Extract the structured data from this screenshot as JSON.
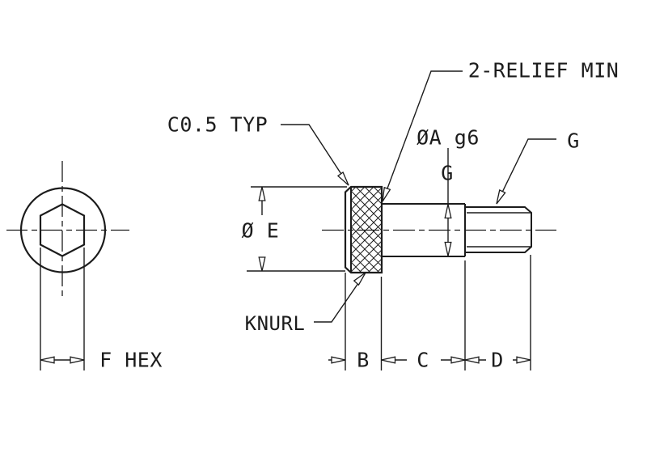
{
  "drawing": {
    "title": "knurled shoulder screw detail drawing",
    "background": "#ffffff",
    "line_color": "#1c1c1c",
    "callouts": {
      "relief": "2-RELIEF MIN",
      "chamfer": "C0.5 TYP",
      "shoulder_diameter": "ØA g6",
      "shoulder_dim": "G",
      "thread": "G",
      "head_diameter": "Ø E",
      "knurl": "KNURL"
    },
    "dimensions": {
      "head_width": "B",
      "shoulder_length": "C",
      "thread_length": "D",
      "hex_across_flats": "F HEX"
    }
  }
}
